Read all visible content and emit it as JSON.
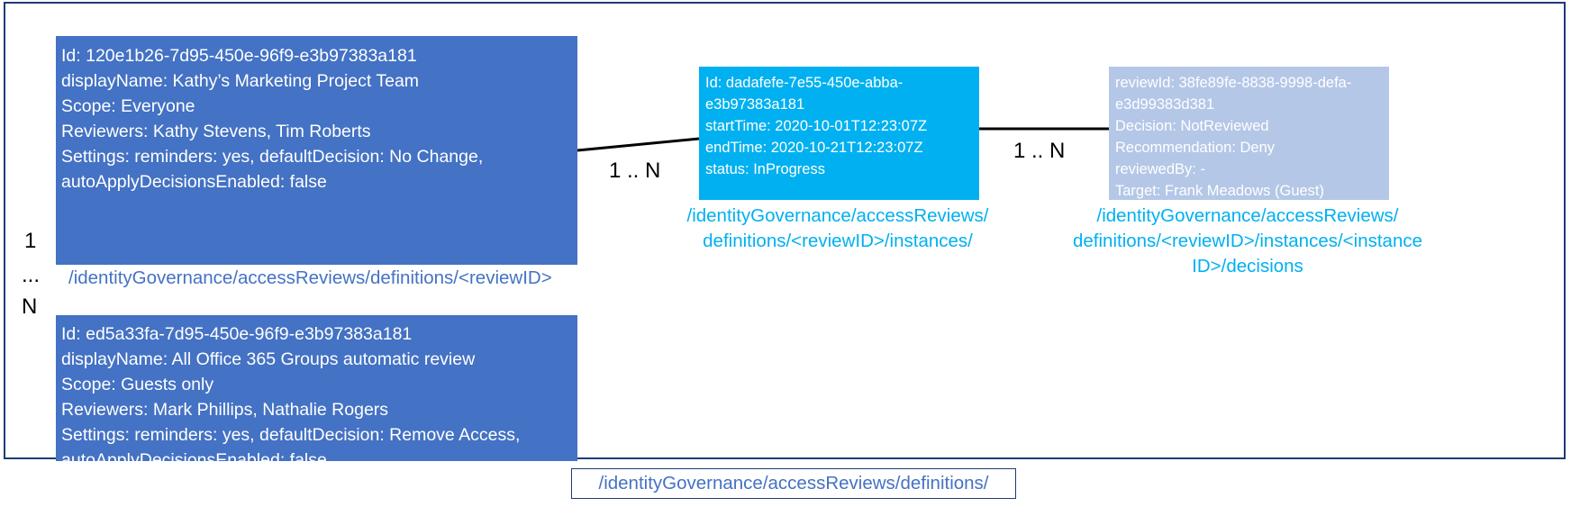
{
  "definition1": {
    "lines": [
      "Id: 120e1b26-7d95-450e-96f9-e3b97383a181",
      "displayName: Kathy’s Marketing Project Team",
      "Scope: Everyone",
      "Reviewers: Kathy Stevens, Tim Roberts",
      "Settings: reminders: yes, defaultDecision: No Change,",
      "autoApplyDecisionsEnabled: false"
    ],
    "path": "/identityGovernance/accessReviews/definitions/<reviewID>"
  },
  "definition2": {
    "lines": [
      "Id: ed5a33fa-7d95-450e-96f9-e3b97383a181",
      "displayName: All Office 365 Groups automatic review",
      "Scope: Guests only",
      "Reviewers: Mark Phillips, Nathalie Rogers",
      "Settings: reminders: yes, defaultDecision: Remove Access,",
      "autoApplyDecisionsEnabled: false"
    ]
  },
  "instance": {
    "lines": [
      "Id: dadafefe-7e55-450e-abba-e3b97383a181",
      "startTime: 2020-10-01T12:23:07Z",
      "endTime: 2020-10-21T12:23:07Z",
      "status: InProgress"
    ],
    "path": "/identityGovernance/accessReviews/ definitions/<reviewID>/instances/"
  },
  "decision": {
    "lines": [
      "reviewId: 38fe89fe-8838-9998-defa-e3d99383d381",
      "Decision: NotReviewed",
      "Recommendation: Deny",
      "reviewedBy: -",
      "Target: Frank Meadows (Guest)"
    ],
    "path": "/identityGovernance/accessReviews/ definitions/<reviewID>/instances/<instance ID>/decisions"
  },
  "root_path": "/identityGovernance/accessReviews/definitions/",
  "multiplicity": {
    "def_to_instance": "1 .. N",
    "instance_to_decision": "1 .. N",
    "vertical_top": "1",
    "vertical_mid": "...",
    "vertical_bottom": "N"
  },
  "colors": {
    "definition_fill": "#4472c4",
    "instance_fill": "#00b0f0",
    "decision_fill": "#b4c7e7",
    "frame_border": "#1f3a78"
  }
}
